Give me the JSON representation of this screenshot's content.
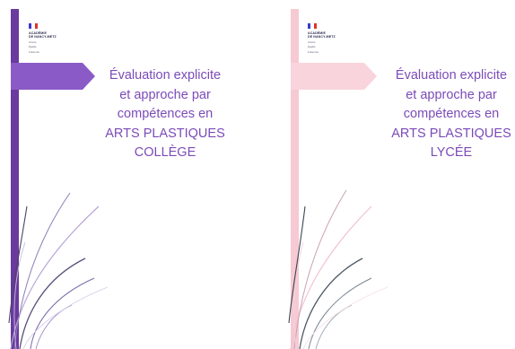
{
  "covers": [
    {
      "logo": {
        "line1": "ACADÉMIE",
        "line2": "DE NANCY-METZ",
        "sub1": "Liberté",
        "sub2": "Égalité",
        "sub3": "Fraternité"
      },
      "title_lines": [
        "Évaluation explicite",
        "et approche par",
        "compétences en",
        "ARTS PLASTIQUES",
        "COLLÈGE"
      ],
      "accent_color": "#6a3a9e",
      "arrow_color": "#8a5bc7"
    },
    {
      "logo": {
        "line1": "ACADÉMIE",
        "line2": "DE NANCY-METZ",
        "sub1": "Liberté",
        "sub2": "Égalité",
        "sub3": "Fraternité"
      },
      "title_lines": [
        "Évaluation explicite",
        "et approche par",
        "compétences en",
        "ARTS PLASTIQUES",
        "LYCÉE"
      ],
      "accent_color": "#f7c9d3",
      "arrow_color": "#f9d4dc"
    }
  ]
}
